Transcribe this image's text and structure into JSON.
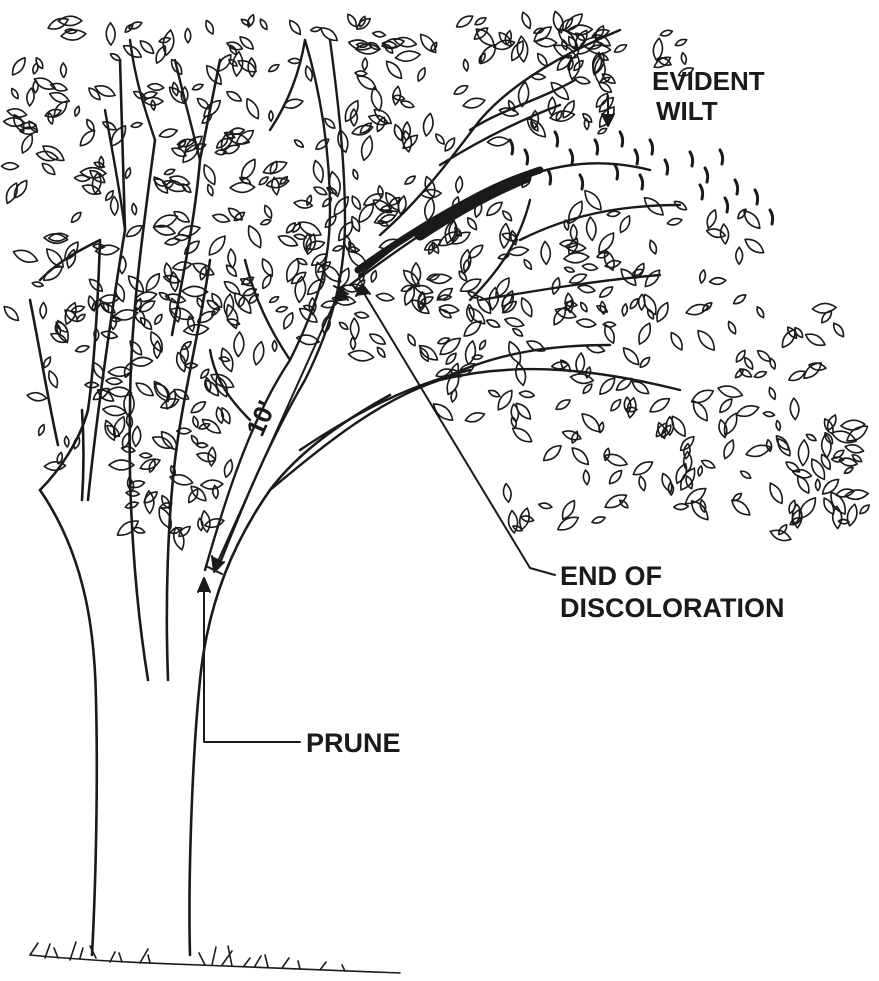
{
  "labels": {
    "evident_wilt_line1": "EVIDENT",
    "evident_wilt_line2": "WILT",
    "end_line1": "END  OF",
    "end_line2": "DISCOLORATION",
    "prune": "PRUNE",
    "distance": "10'"
  },
  "colors": {
    "ink": "#1a1a1a",
    "background": "#ffffff"
  }
}
